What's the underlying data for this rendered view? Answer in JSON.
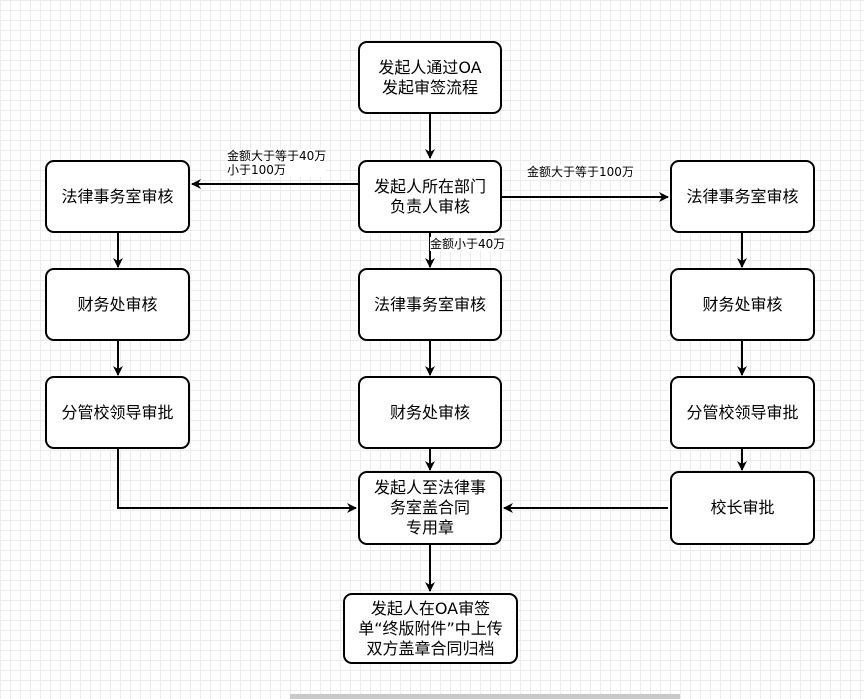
{
  "nodes": {
    "start": "发起人通过OA\n发起审签流程",
    "dept_head": "发起人所在部门\n负责人审核",
    "left_legal": "法律事务室审核",
    "left_finance": "财务处审核",
    "left_leader": "分管校领导审批",
    "mid_legal": "法律事务室审核",
    "mid_finance": "财务处审核",
    "right_legal": "法律事务室审核",
    "right_finance": "财务处审核",
    "right_leader": "分管校领导审批",
    "president": "校长审批",
    "seal": "发起人至法律事\n务室盖合同\n专用章",
    "archive": "发起人在OA审签\n单“终版附件”中上传\n双方盖章合同归档"
  },
  "edge_labels": {
    "left_condition": "金额大于等于40万\n小于100万",
    "right_condition": "金额大于等于100万",
    "mid_condition": "金额小于40万"
  }
}
